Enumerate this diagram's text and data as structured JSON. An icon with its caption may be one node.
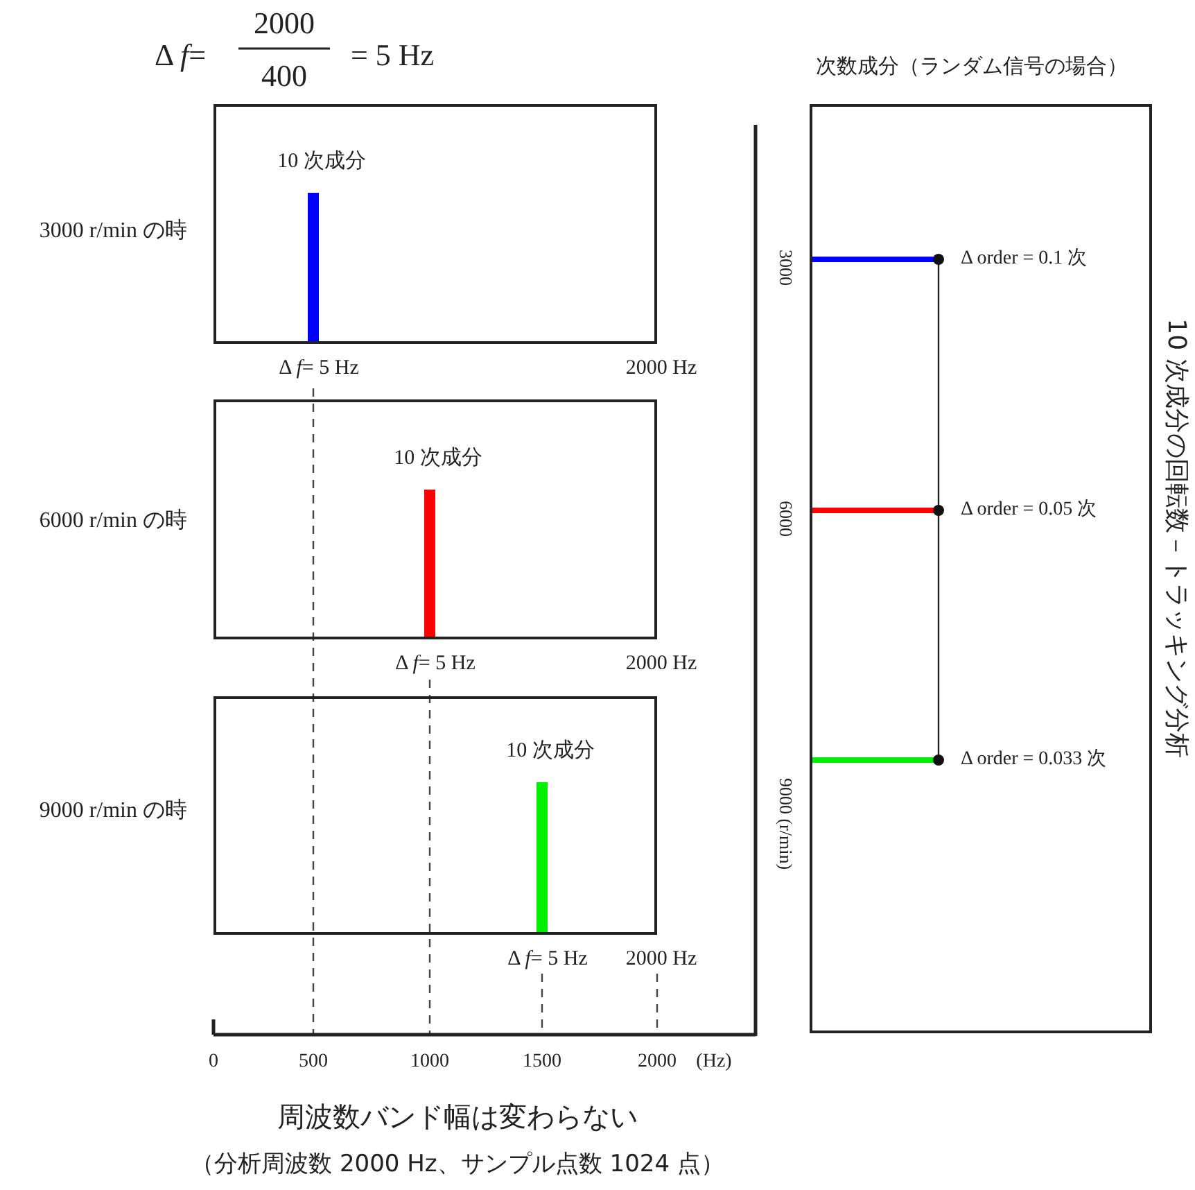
{
  "diagram": {
    "caption": "周波数バンド幅は変わらない",
    "nodes": [
      {
        "text": [
          "10 次成分"
        ],
        "beside": [
          "3000 r/min の時",
          "Δ *f*= 5 Hz",
          "2000 Hz"
        ]
      },
      {
        "text": [
          "10 次成分"
        ],
        "beside": [
          "6000 r/min の時",
          "Δ *f*= 5 Hz",
          "2000 Hz"
        ]
      },
      {
        "text": [
          "10 次成分"
        ],
        "beside": [
          "9000 r/min の時",
          "Δ *f*= 5 Hz",
          "2000 Hz"
        ]
      },
      {
        "text": [
          "次数成分（ランダム信号の場合）",
          "Δ order = 0.1 次",
          "Δ order = 0.05 次",
          "Δ order = 0.033 次"
        ],
        "beside": [
          "10 次成分の回転数－トラッキング分析"
        ]
      }
    ],
    "labels": [
      "Δ *f*=",
      "2000",
      "400",
      "= 5 Hz",
      "0",
      "500",
      "1000",
      "1500",
      "2000",
      "(Hz)",
      "3000",
      "6000",
      "9000 (r/min)",
      "（分析周波数 2000 Hz、サンプル点数 1024 点）"
    ]
  }
}
